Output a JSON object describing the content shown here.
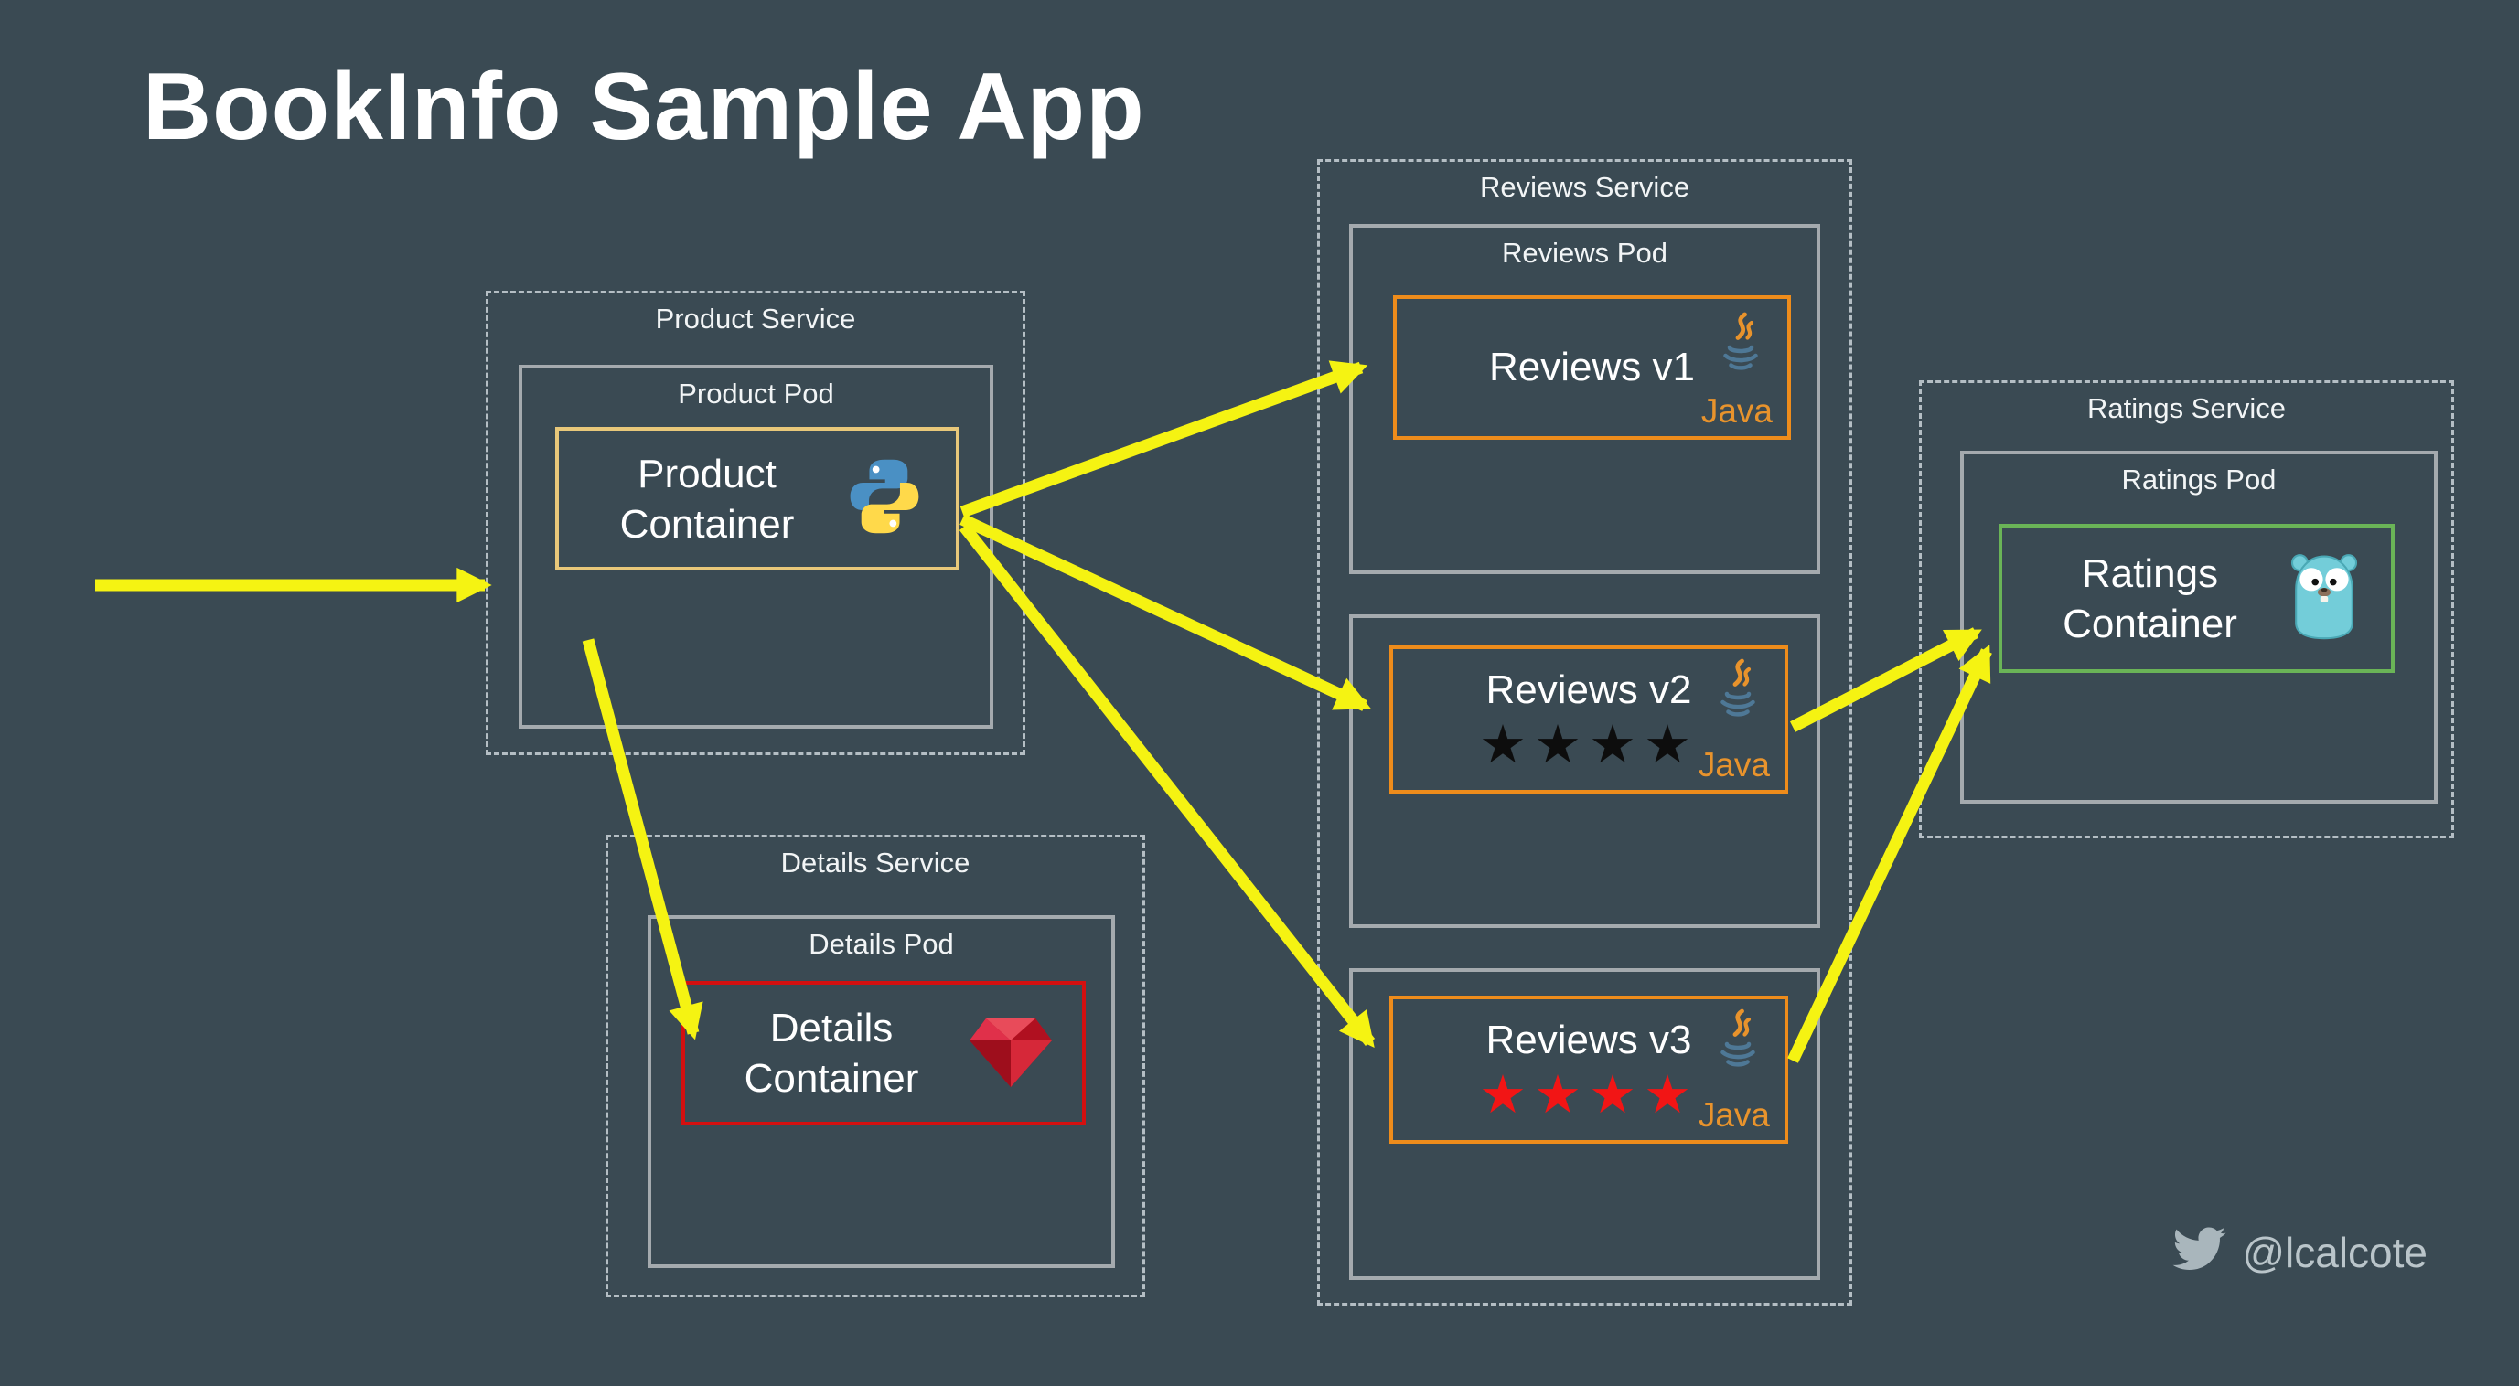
{
  "title": "BookInfo Sample App",
  "colors": {
    "background": "#3a4a53",
    "arrow": "#f5f312",
    "dashed_border": "#b4bec4",
    "pod_border": "#a4aaae",
    "product_container_border": "#e8c87a",
    "details_container_border": "#d41010",
    "reviews_container_border": "#ee8c1b",
    "ratings_container_border": "#6ab457",
    "stars_v2": "#0d0d0d",
    "stars_v3": "#f21515",
    "java_text": "#e8932c"
  },
  "product_service": {
    "label": "Product Service",
    "pod_label": "Product Pod",
    "container_label": "Product Container",
    "icon": "python-icon"
  },
  "details_service": {
    "label": "Details Service",
    "pod_label": "Details Pod",
    "container_label": "Details Container",
    "icon": "ruby-icon"
  },
  "reviews_service": {
    "label": "Reviews Service",
    "pod_label": "Reviews Pod",
    "java_label": "Java",
    "versions": [
      {
        "label": "Reviews v1",
        "stars": ""
      },
      {
        "label": "Reviews v2",
        "stars": "★★★★",
        "star_color": "black"
      },
      {
        "label": "Reviews v3",
        "stars": "★★★★",
        "star_color": "red"
      }
    ]
  },
  "ratings_service": {
    "label": "Ratings Service",
    "pod_label": "Ratings Pod",
    "container_label": "Ratings Container",
    "icon": "gopher-icon"
  },
  "footer": {
    "twitter_handle": "@lcalcote"
  }
}
